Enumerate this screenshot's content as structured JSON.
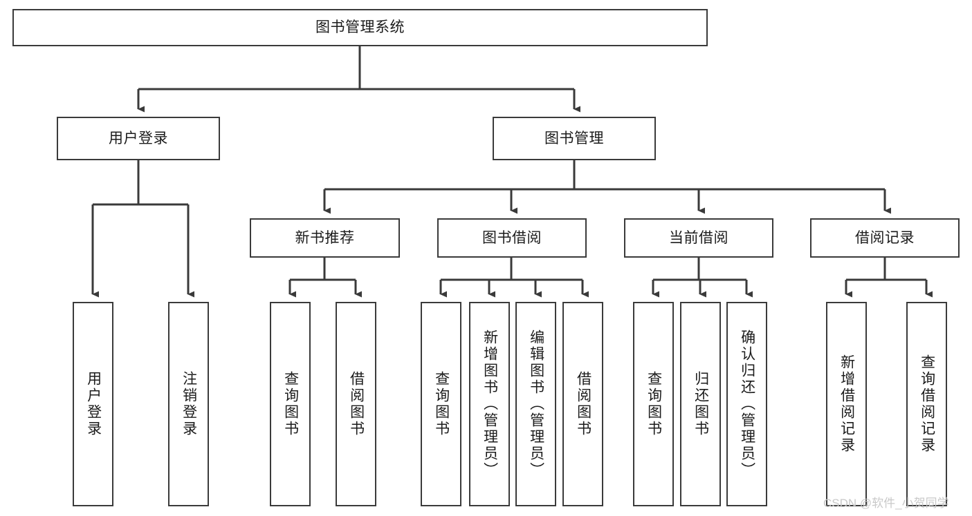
{
  "diagram": {
    "type": "tree-hierarchy",
    "title": "图书管理系统",
    "watermark": "CSDN @软件_小贺同学",
    "colors": {
      "box_border": "#3a3a3a",
      "box_fill": "#ffffff",
      "edge": "#3a3a3a",
      "text": "#1b1b1b",
      "watermark": "#c9c9c9"
    },
    "nodes": {
      "root": {
        "label": "图书管理系统"
      },
      "level2": [
        {
          "id": "user-login",
          "label": "用户登录"
        },
        {
          "id": "book-management",
          "label": "图书管理"
        }
      ],
      "level3": [
        {
          "id": "new-book-recommend",
          "label": "新书推荐"
        },
        {
          "id": "book-borrow",
          "label": "图书借阅"
        },
        {
          "id": "current-borrow",
          "label": "当前借阅"
        },
        {
          "id": "borrow-record",
          "label": "借阅记录"
        }
      ],
      "leaves": [
        {
          "id": "leaf-user-login",
          "label": "用户登录",
          "parent": "user-login"
        },
        {
          "id": "leaf-logout-login",
          "label": "注销登录",
          "parent": "user-login"
        },
        {
          "id": "leaf-query-book-1",
          "label": "查询图书",
          "parent": "new-book-recommend"
        },
        {
          "id": "leaf-borrow-book-1",
          "label": "借阅图书",
          "parent": "new-book-recommend"
        },
        {
          "id": "leaf-query-book-2",
          "label": "查询图书",
          "parent": "book-borrow"
        },
        {
          "id": "leaf-add-book",
          "label": "新增图书（管理员）",
          "parent": "book-borrow"
        },
        {
          "id": "leaf-edit-book",
          "label": "编辑图书（管理员）",
          "parent": "book-borrow"
        },
        {
          "id": "leaf-borrow-book-2",
          "label": "借阅图书",
          "parent": "book-borrow"
        },
        {
          "id": "leaf-query-book-3",
          "label": "查询图书",
          "parent": "current-borrow"
        },
        {
          "id": "leaf-return-book",
          "label": "归还图书",
          "parent": "current-borrow"
        },
        {
          "id": "leaf-confirm-return",
          "label": "确认归还（管理员）",
          "parent": "current-borrow"
        },
        {
          "id": "leaf-add-record",
          "label": "新增借阅记录",
          "parent": "borrow-record"
        },
        {
          "id": "leaf-query-record",
          "label": "查询借阅记录",
          "parent": "borrow-record"
        }
      ]
    }
  }
}
